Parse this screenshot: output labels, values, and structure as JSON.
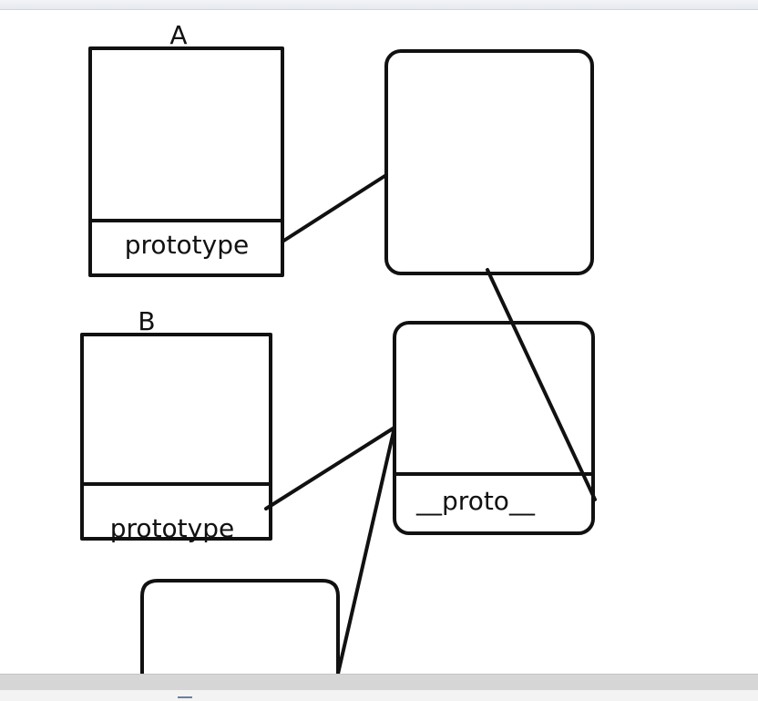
{
  "diagram": {
    "labels": {
      "a": "A",
      "b": "B"
    },
    "boxes": {
      "a_prototype": "prototype",
      "b_prototype": "prototype",
      "proto_object": "__proto__"
    },
    "stroke_color": "#111111",
    "background_color": "#ffffff"
  }
}
